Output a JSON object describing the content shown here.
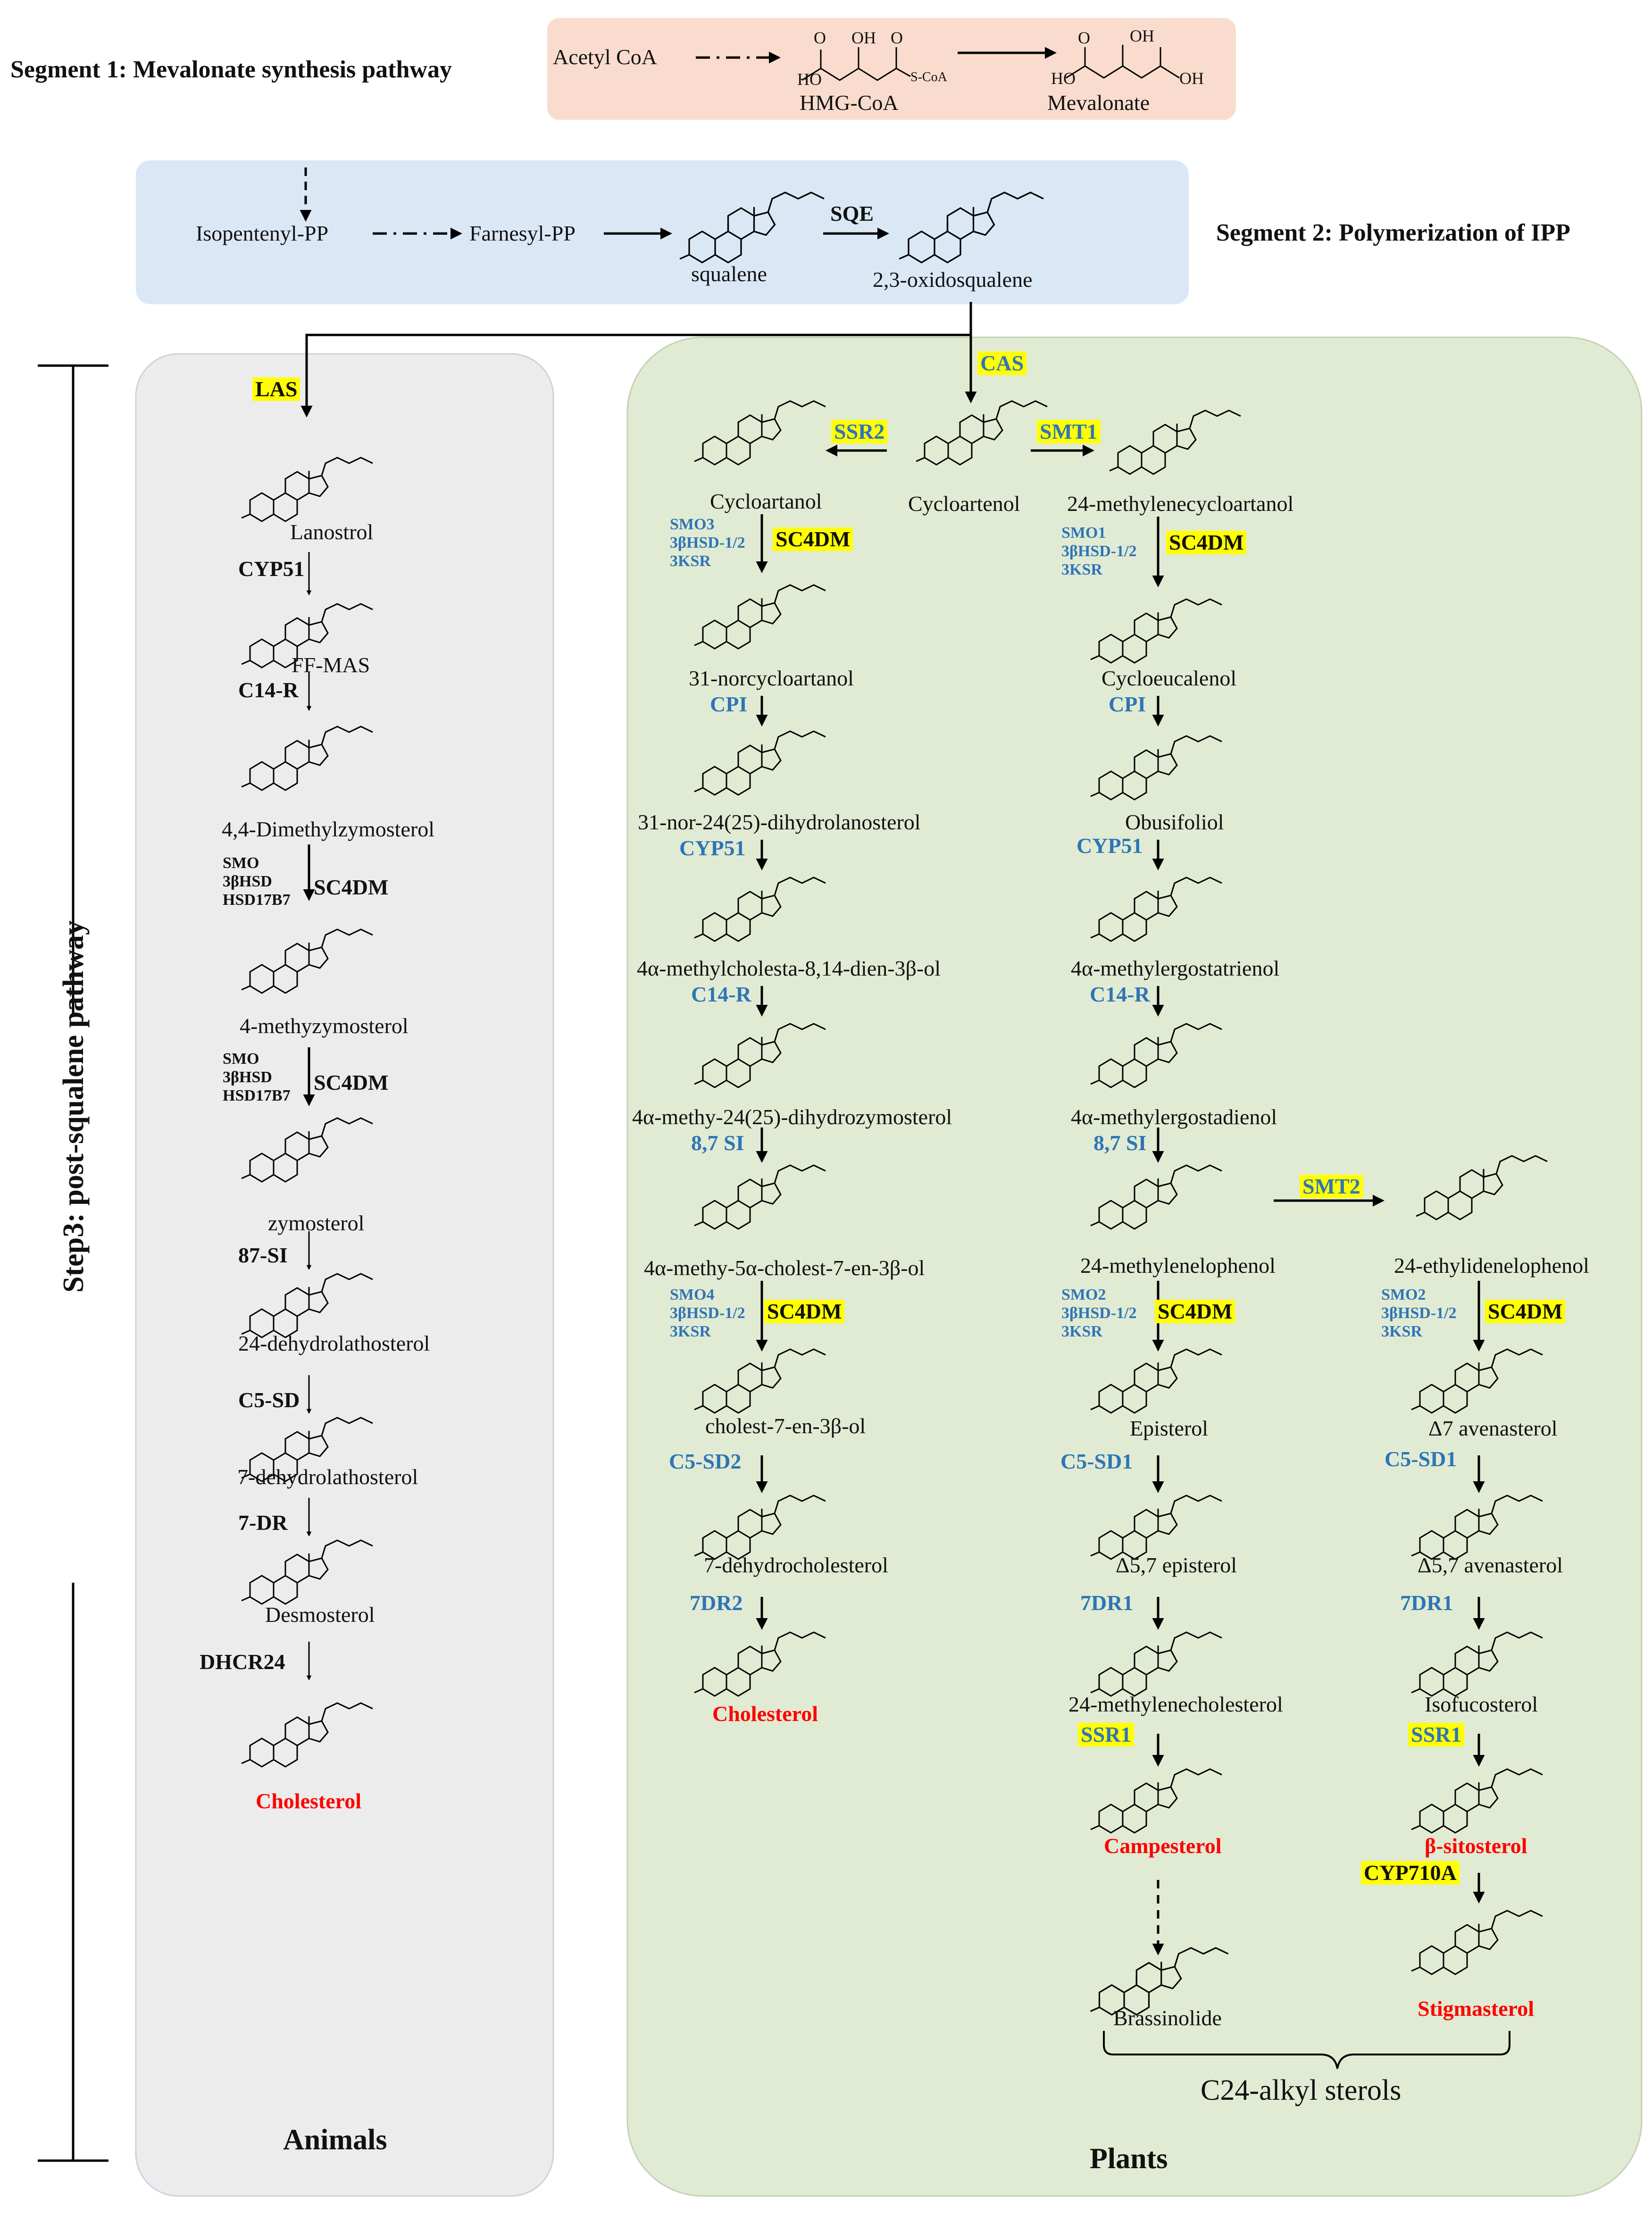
{
  "segments": {
    "seg1_title": "Segment 1: Mevalonate synthesis pathway",
    "seg2_title": "Segment 2: Polymerization of IPP",
    "step3_title": "Step3: post-squalene pathway"
  },
  "seg1": {
    "acetyl": "Acetyl CoA",
    "hmg": "HMG-CoA",
    "mevalonate": "Mevalonate",
    "oh": "OH",
    "ho": "HO",
    "o": "O",
    "scoa": "S-CoA"
  },
  "seg2": {
    "ipp": "Isopentenyl-PP",
    "fpp": "Farnesyl-PP",
    "squalene": "squalene",
    "oxido": "2,3-oxidosqualene",
    "sqe": "SQE"
  },
  "panels": {
    "animals": "Animals",
    "plants": "Plants",
    "c24": "C24-alkyl sterols"
  },
  "animal": {
    "las": "LAS",
    "lanostrol": "Lanostrol",
    "cyp51": "CYP51",
    "ffmas": "FF-MAS",
    "c14r": "C14-R",
    "dmz": "4,4-Dimethylzymosterol",
    "cof1": "SMO\n3βHSD\nHSD17B7",
    "sc4dm1": "SC4DM",
    "methyzymo": "4-methyzymosterol",
    "cof2": "SMO\n3βHSD\nHSD17B7",
    "sc4dm2": "SC4DM",
    "zymosterol": "zymosterol",
    "si87": "87-SI",
    "dehydrolath": "24-dehydrolathosterol",
    "c5sd": "C5-SD",
    "dehydrolath7": "7-dehydrolathosterol",
    "dr7": "7-DR",
    "desmosterol": "Desmosterol",
    "dhcr24": "DHCR24",
    "cholesterol": "Cholesterol"
  },
  "plant_left": {
    "cas": "CAS",
    "cycloartenol": "Cycloartenol",
    "ssr2": "SSR2",
    "cycloartanol": "Cycloartanol",
    "cof1": "SMO3\n3βHSD-1/2\n3KSR",
    "sc4dm1": "SC4DM",
    "norcyclo": "31-norcycloartanol",
    "cpi": "CPI",
    "nordihydro": "31-nor-24(25)-dihydrolanosterol",
    "cyp51": "CYP51",
    "methylcholesta": "4α-methylcholesta-8,14-dien-3β-ol",
    "c14r": "C14-R",
    "dihydrozymo": "4α-methy-24(25)-dihydrozymosterol",
    "si87": "8,7 SI",
    "cholest7": "4α-methy-5α-cholest-7-en-3β-ol",
    "cof2": "SMO4\n3βHSD-1/2\n3KSR",
    "sc4dm2": "SC4DM",
    "cholest7en": "cholest-7-en-3β-ol",
    "c5sd2": "C5-SD2",
    "dhc7": "7-dehydrocholesterol",
    "dr2": "7DR2",
    "cholesterol": "Cholesterol"
  },
  "plant_mid": {
    "smt1": "SMT1",
    "methylenecyclo": "24-methylenecycloartanol",
    "cof1": "SMO1\n3βHSD-1/2\n3KSR",
    "sc4dm1": "SC4DM",
    "cycloeucalenol": "Cycloeucalenol",
    "cpi": "CPI",
    "obusifoliol": "Obusifoliol",
    "cyp51": "CYP51",
    "ergostatrienol": "4α-methylergostatrienol",
    "c14r": "C14-R",
    "ergostadienol": "4α-methylergostadienol",
    "si87": "8,7 SI",
    "lophenol": "24-methylenelophenol",
    "cof2": "SMO2\n3βHSD-1/2\n3KSR",
    "sc4dm2": "SC4DM",
    "episterol": "Episterol",
    "c5sd1": "C5-SD1",
    "d57episterol": "Δ5,7 episterol",
    "dr1": "7DR1",
    "methylenechol": "24-methylenecholesterol",
    "ssr1": "SSR1",
    "campesterol": "Campesterol",
    "brassinolide": "Brassinolide"
  },
  "plant_right": {
    "smt2": "SMT2",
    "ethylidene": "24-ethylidenelophenol",
    "cof": "SMO2\n3βHSD-1/2\n3KSR",
    "sc4dm": "SC4DM",
    "d7aven": "Δ7 avenasterol",
    "c5sd1": "C5-SD1",
    "d57aven": "Δ5,7 avenasterol",
    "dr1": "7DR1",
    "isofuco": "Isofucosterol",
    "ssr1": "SSR1",
    "sitosterol": "β-sitosterol",
    "cyp710a": "CYP710A",
    "stigmasterol": "Stigmasterol"
  },
  "colors": {
    "seg1_bg": "#f9dccd",
    "seg2_bg": "#dae8f6",
    "animal_bg": "#ececec",
    "plant_bg": "#e1ebd3",
    "blue_enzyme": "#2e75b6",
    "highlight": "#ffff00",
    "final_product": "#ff0000"
  }
}
